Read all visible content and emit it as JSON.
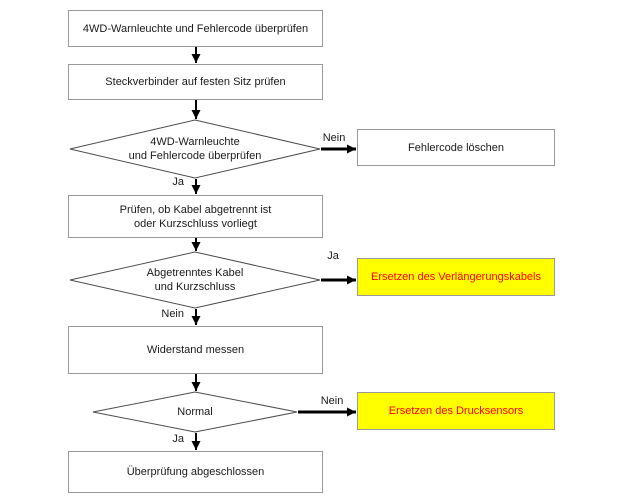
{
  "flowchart": {
    "process_nodes": {
      "check_warning_light": "4WD-Warnleuchte und Fehlercode überprüfen",
      "check_connector": "Steckverbinder auf festen Sitz prüfen",
      "clear_fault_code": "Fehlercode löschen",
      "check_cable_line1": "Prüfen, ob Kabel abgetrennt ist",
      "check_cable_line2": "oder Kurzschluss vorliegt",
      "measure_resistance": "Widerstand messen",
      "inspection_complete": "Überprüfung abgeschlossen"
    },
    "decisions": {
      "d1_line1": "4WD-Warnleuchte",
      "d1_line2": "und Fehlercode überprüfen",
      "d2_line1": "Abgetrenntes Kabel",
      "d2_line2": "und Kurzschluss",
      "d3": "Normal"
    },
    "actions": {
      "replace_extension_cable": "Ersetzen des Verlängerungskabels",
      "replace_pressure_sensor": "Ersetzen des Drucksensors"
    },
    "edge_labels": {
      "d1_no": "Nein",
      "d1_yes": "Ja",
      "d2_yes": "Ja",
      "d2_no": "Nein",
      "d3_no": "Nein",
      "d3_yes": "Ja"
    },
    "colors": {
      "action_bg": "#ffff00",
      "action_text": "#ff0000",
      "box_border": "#999999",
      "diamond_stroke": "#4d4d4d",
      "arrow": "#000000"
    }
  }
}
